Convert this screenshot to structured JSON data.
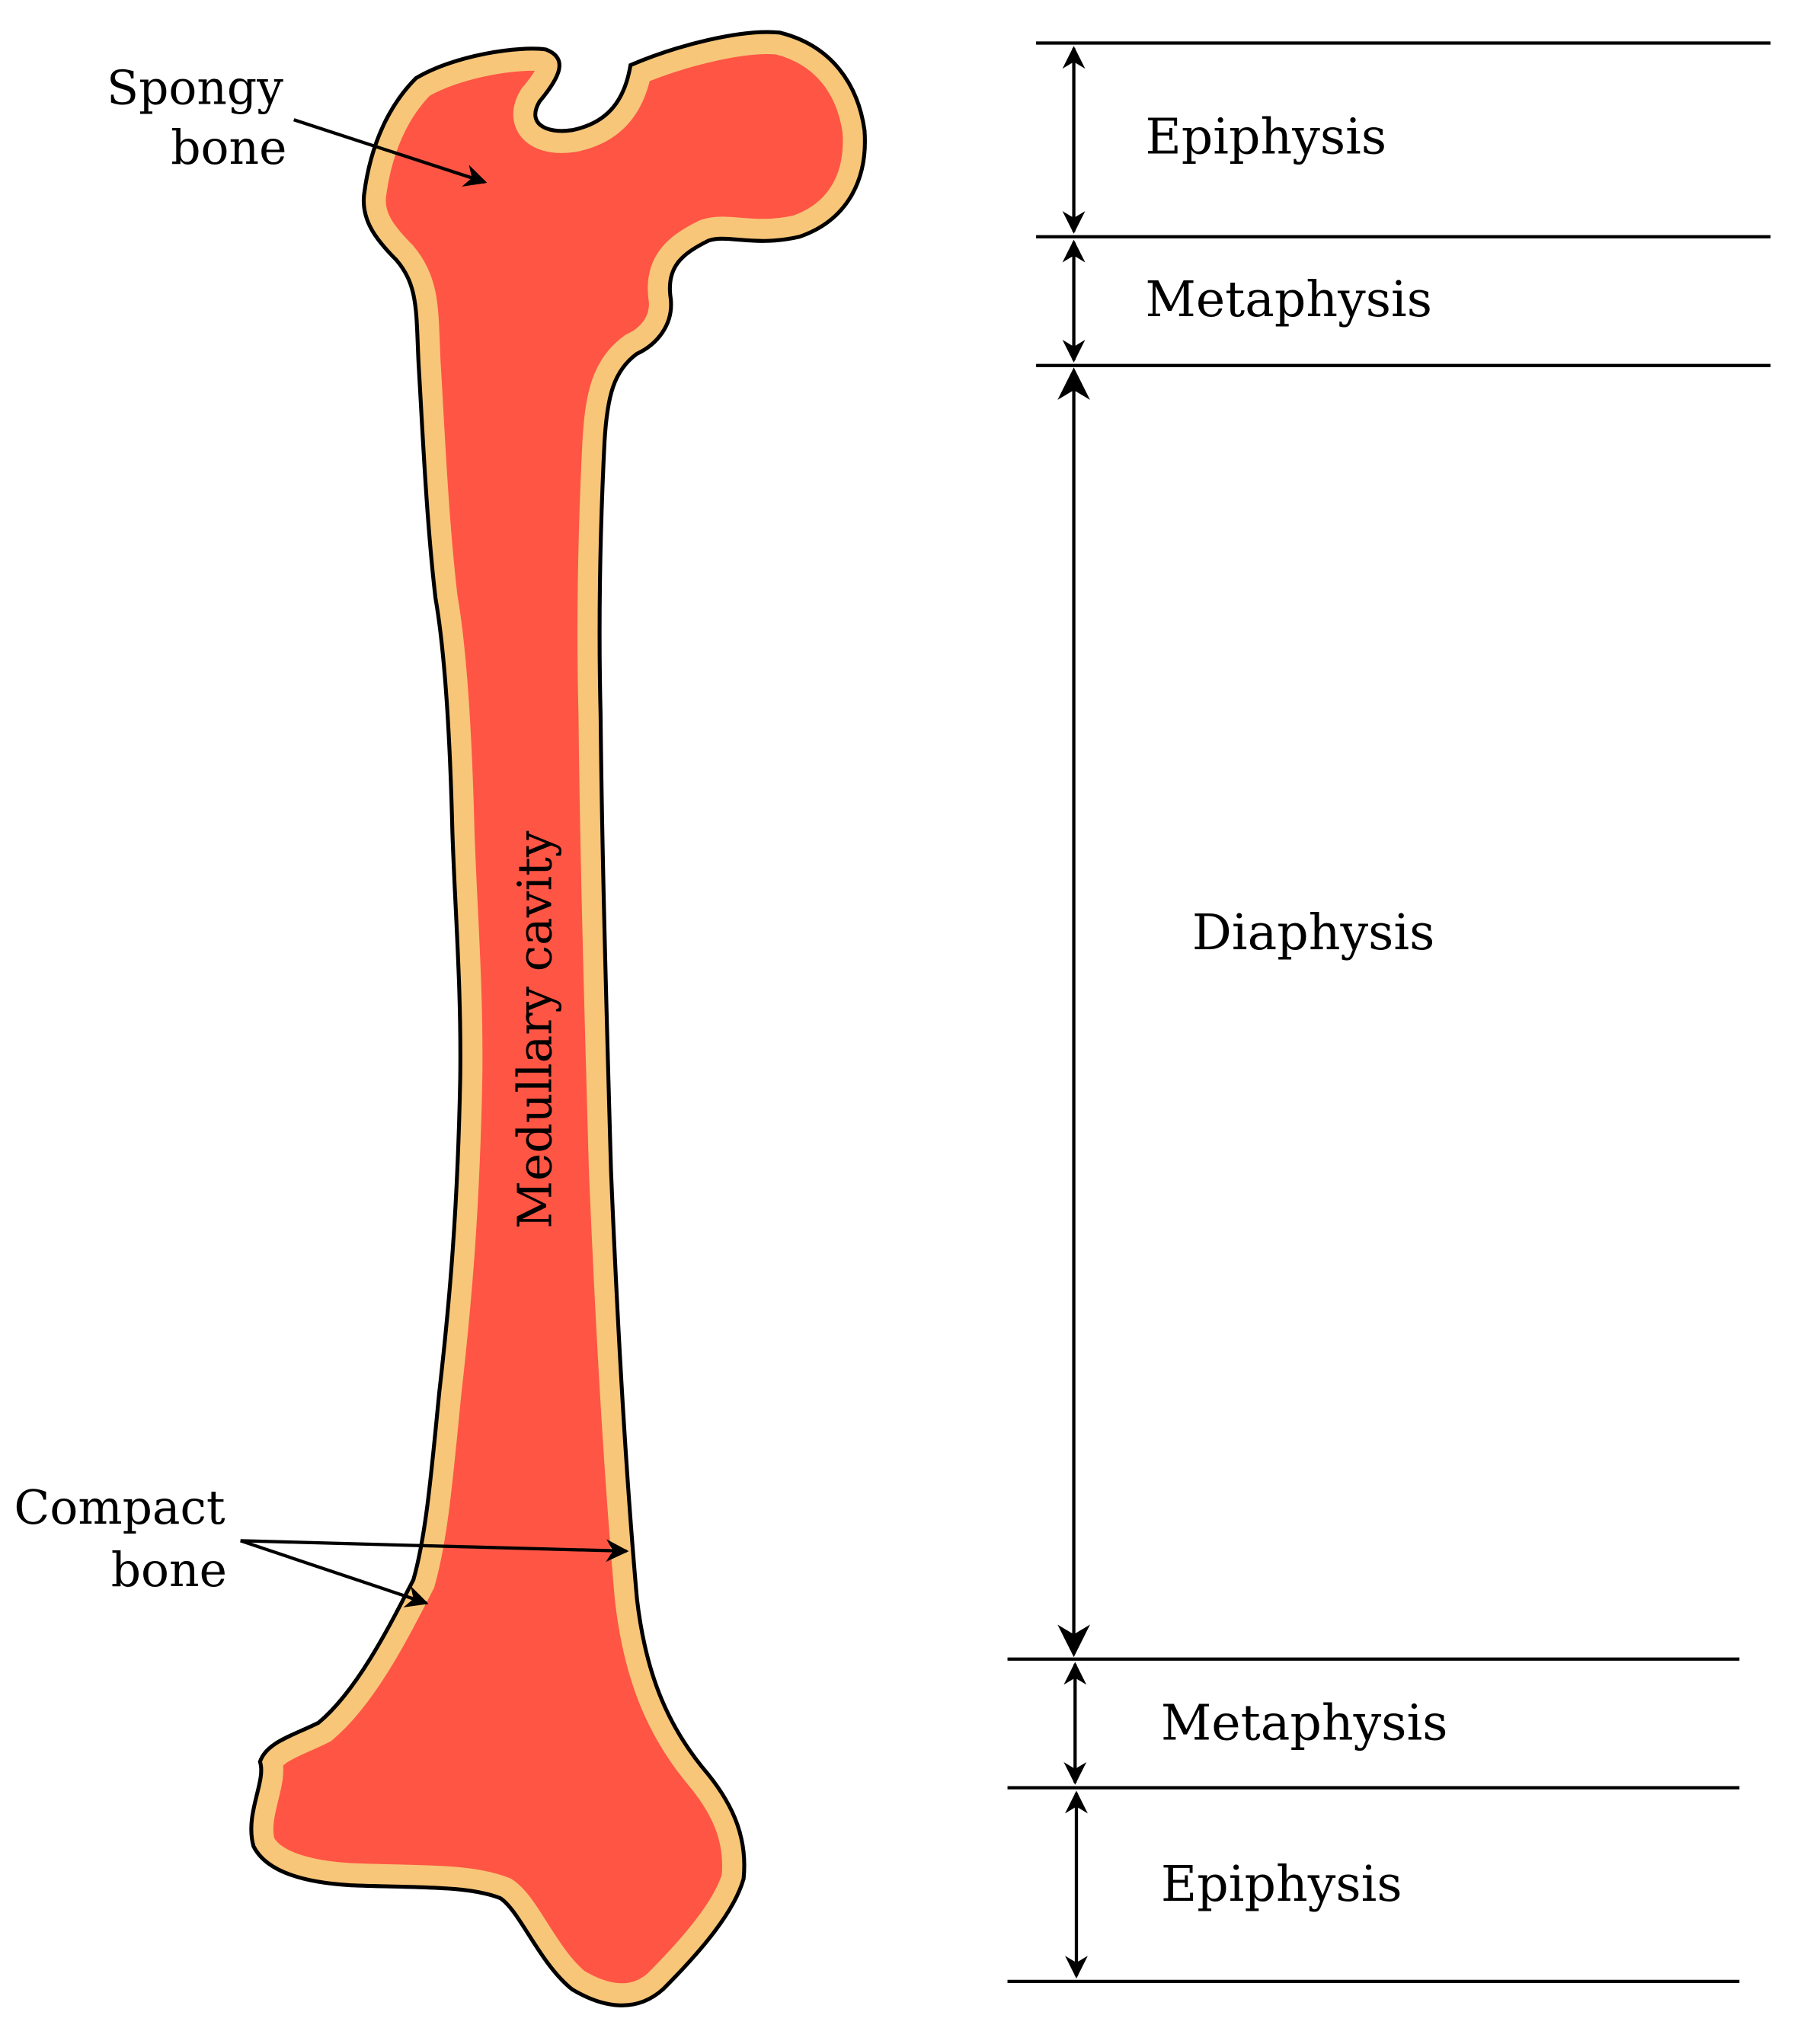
{
  "labels": {
    "spongy_bone": [
      "Spongy",
      "bone"
    ],
    "compact_bone": [
      "Compact",
      "bone"
    ],
    "medullary_cavity": "Medullary cavity"
  },
  "regions": [
    {
      "name": "Epiphysis"
    },
    {
      "name": "Metaphysis"
    },
    {
      "name": "Diaphysis"
    },
    {
      "name": "Metaphysis"
    },
    {
      "name": "Epiphysis"
    }
  ],
  "colors": {
    "medullary": "#ff5544",
    "compact": "#f7c679",
    "outline": "#000000"
  }
}
